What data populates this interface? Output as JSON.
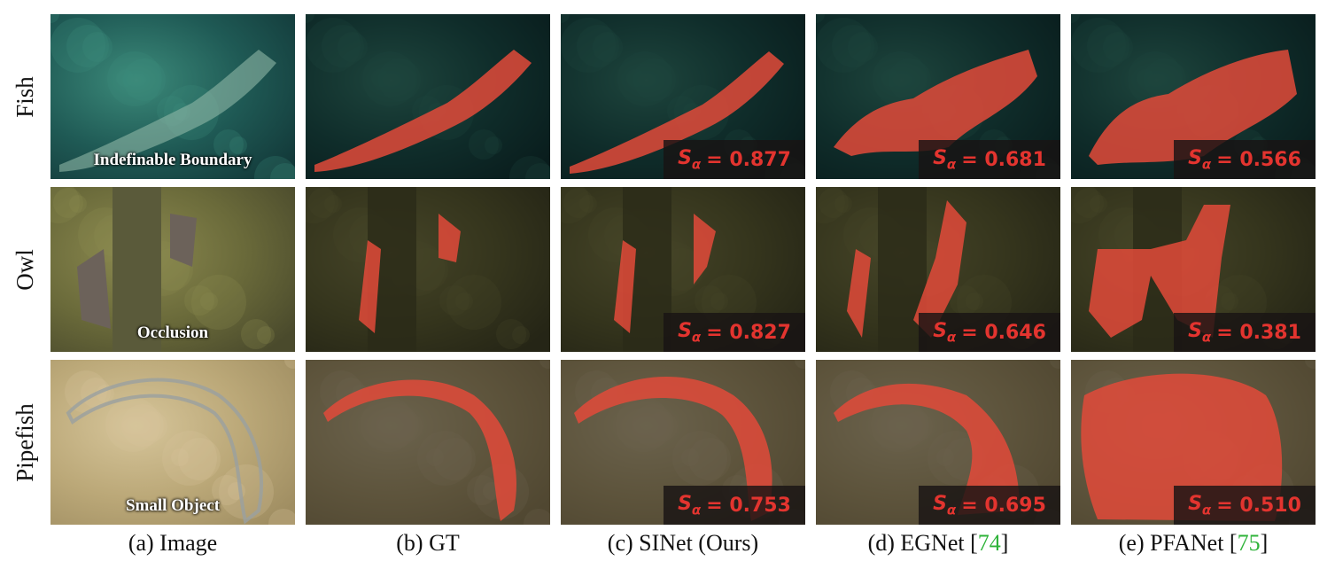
{
  "rows": [
    {
      "label": "Fish",
      "caption": "Indefinable Boundary",
      "scores": [
        "0.877",
        "0.681",
        "0.566"
      ]
    },
    {
      "label": "Owl",
      "caption": "Occlusion",
      "scores": [
        "0.827",
        "0.646",
        "0.381"
      ]
    },
    {
      "label": "Pipefish",
      "caption": "Small Object",
      "scores": [
        "0.753",
        "0.695",
        "0.510"
      ]
    }
  ],
  "score_symbol": "S",
  "score_subscript": "α",
  "score_equals": "=",
  "columns": [
    {
      "caption": "(a) Image"
    },
    {
      "caption": "(b) GT"
    },
    {
      "caption": "(c) SINet (Ours)"
    },
    {
      "caption": "(d) EGNet [",
      "ref": "74",
      "close": "]"
    },
    {
      "caption": "(e) PFANet [",
      "ref": "75",
      "close": "]"
    }
  ],
  "colors": {
    "mask": "#e24a3a",
    "score_text": "#e3342f",
    "reference": "#2fb33a"
  }
}
